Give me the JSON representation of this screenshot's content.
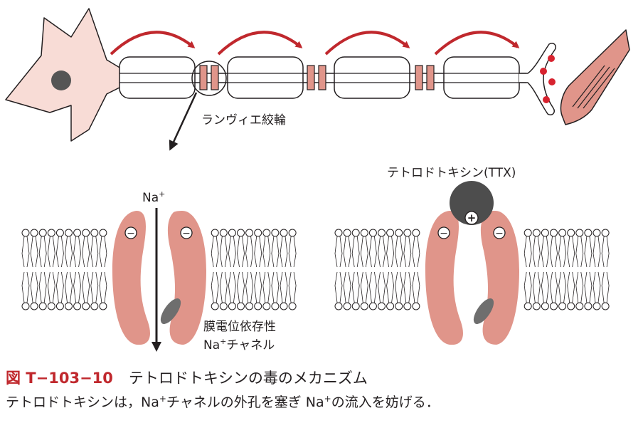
{
  "labels": {
    "node": "ランヴィエ絞輪",
    "ion_symbol": "Na",
    "ion_charge": "+",
    "ttx": "テトロドトキシン(TTX)",
    "channel_line1": "膜電位依存性",
    "channel_line2_prefix": "Na",
    "channel_line2_sup": "+",
    "channel_line2_suffix": "チャネル",
    "minus": "−",
    "plus": "+"
  },
  "caption": {
    "figure_number": "図 T−103−10",
    "title": "テトロドトキシンの毒のメカニズム",
    "line2_part1": "テトロドトキシンは，Na",
    "line2_sup1": "+",
    "line2_part2": "チャネルの外孔を塞ぎ Na",
    "line2_sup2": "+",
    "line2_part3": "の流入を妨げる．"
  },
  "colors": {
    "protein": "#e0958a",
    "neuron_body": "#f8dcd6",
    "arrow_red": "#c0282d",
    "dot_red": "#d7232f",
    "ttx_ball": "#4d4d4d",
    "nucleus": "#555555",
    "outline": "#231f20"
  }
}
